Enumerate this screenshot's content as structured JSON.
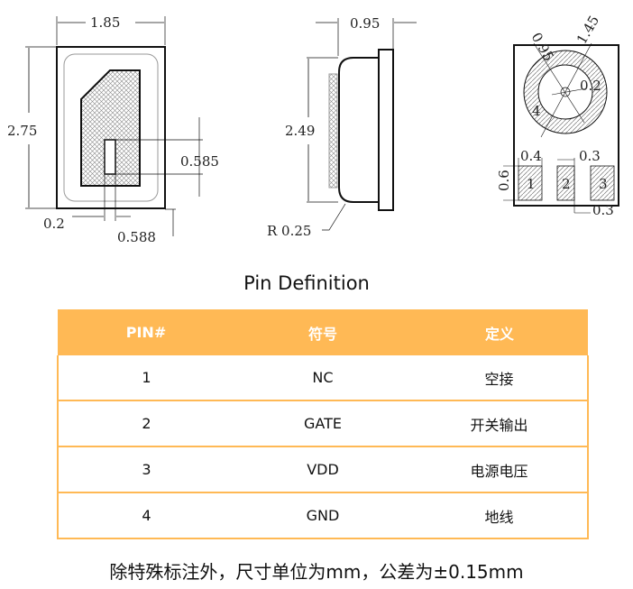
{
  "drawings": {
    "top_view": {
      "width": "1.85",
      "height": "2.75",
      "window": "0.585",
      "offset": "0.2",
      "pos": "0.588"
    },
    "side_view": {
      "thickness": "0.95",
      "height": "2.49",
      "radius": "R 0.25"
    },
    "bottom_view": {
      "outer_dia": "1.45",
      "inner_dia": "0.95",
      "center": "0.2",
      "pin4": "4",
      "pad_w": "0.4",
      "pad_gap": "0.3",
      "pad_h": "0.6",
      "pad_gap2": "0.3",
      "pin1": "1",
      "pin2": "2",
      "pin3": "3"
    }
  },
  "section_title": "Pin Definition",
  "table": {
    "headers": [
      "PIN#",
      "符号",
      "定义"
    ],
    "rows": [
      [
        "1",
        "NC",
        "空接"
      ],
      [
        "2",
        "GATE",
        "开关输出"
      ],
      [
        "3",
        "VDD",
        "电源电压"
      ],
      [
        "4",
        "GND",
        "地线"
      ]
    ]
  },
  "note": "除特殊标注外，尺寸单位为mm，公差为±0.15mm",
  "colors": {
    "header": "#FFB955"
  }
}
